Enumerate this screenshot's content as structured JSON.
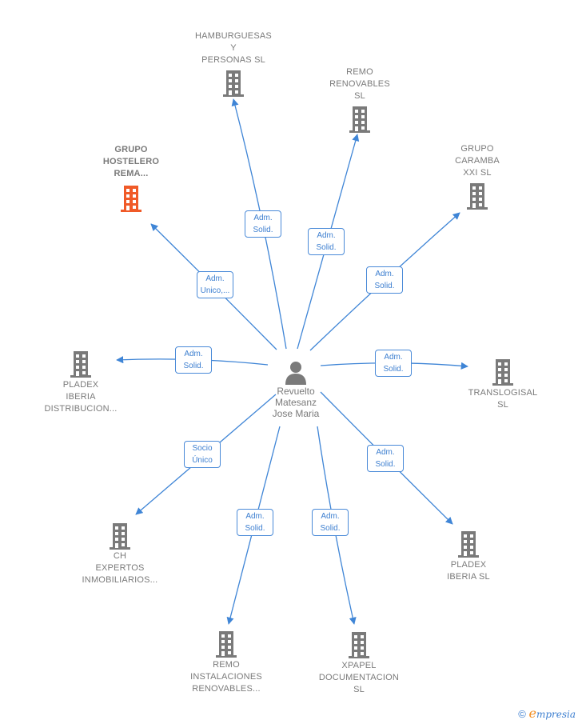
{
  "colors": {
    "edge": "#3f85d6",
    "building": "#7a7a7a",
    "building_highlight": "#f05a28",
    "label_text": "#7a7a7a",
    "edge_label_text": "#3d7fd0"
  },
  "center": {
    "icon": "person-icon",
    "lines": [
      "Revuelto",
      "Matesanz",
      "Jose Maria"
    ]
  },
  "nodes": [
    {
      "id": "hamburguesas",
      "lines": [
        "HAMBURGUESAS",
        "Y",
        "PERSONAS  SL"
      ],
      "icon": "building-icon",
      "highlight": false,
      "label_position": "above"
    },
    {
      "id": "remo-renovables",
      "lines": [
        "REMO",
        "RENOVABLES",
        "SL"
      ],
      "icon": "building-icon",
      "highlight": false,
      "label_position": "above"
    },
    {
      "id": "grupo-caramba",
      "lines": [
        "GRUPO",
        "CARAMBA",
        "XXI  SL"
      ],
      "icon": "building-icon",
      "highlight": false,
      "label_position": "above"
    },
    {
      "id": "grupo-hostelero",
      "lines": [
        "GRUPO",
        "HOSTELERO",
        "REMA..."
      ],
      "icon": "building-icon",
      "highlight": true,
      "label_position": "above"
    },
    {
      "id": "pladex-distribucion",
      "lines": [
        "PLADEX",
        "IBERIA",
        "DISTRIBUCION..."
      ],
      "icon": "building-icon",
      "highlight": false,
      "label_position": "below"
    },
    {
      "id": "translogisal",
      "lines": [
        "TRANSLOGISAL",
        "SL"
      ],
      "icon": "building-icon",
      "highlight": false,
      "label_position": "below"
    },
    {
      "id": "ch-expertos",
      "lines": [
        "CH",
        "EXPERTOS",
        "INMOBILIARIOS..."
      ],
      "icon": "building-icon",
      "highlight": false,
      "label_position": "below"
    },
    {
      "id": "pladex-iberia",
      "lines": [
        "PLADEX",
        "IBERIA  SL"
      ],
      "icon": "building-icon",
      "highlight": false,
      "label_position": "below"
    },
    {
      "id": "remo-instalaciones",
      "lines": [
        "REMO",
        "INSTALACIONES",
        "RENOVABLES..."
      ],
      "icon": "building-icon",
      "highlight": false,
      "label_position": "below"
    },
    {
      "id": "xpapel",
      "lines": [
        "XPAPEL",
        "DOCUMENTACION",
        "SL"
      ],
      "icon": "building-icon",
      "highlight": false,
      "label_position": "below"
    }
  ],
  "edges": [
    {
      "target": "hamburguesas",
      "label": [
        "Adm.",
        "Solid."
      ]
    },
    {
      "target": "remo-renovables",
      "label": [
        "Adm.",
        "Solid."
      ]
    },
    {
      "target": "grupo-caramba",
      "label": [
        "Adm.",
        "Solid."
      ]
    },
    {
      "target": "grupo-hostelero",
      "label": [
        "Adm.",
        "Unico,..."
      ]
    },
    {
      "target": "pladex-distribucion",
      "label": [
        "Adm.",
        "Solid."
      ]
    },
    {
      "target": "translogisal",
      "label": [
        "Adm.",
        "Solid."
      ]
    },
    {
      "target": "ch-expertos",
      "label": [
        "Socio",
        "Único"
      ]
    },
    {
      "target": "pladex-iberia",
      "label": [
        "Adm.",
        "Solid."
      ]
    },
    {
      "target": "remo-instalaciones",
      "label": [
        "Adm.",
        "Solid."
      ]
    },
    {
      "target": "xpapel",
      "label": [
        "Adm.",
        "Solid."
      ]
    }
  ],
  "footer": {
    "copyright": "©",
    "brand_initial": "e",
    "brand_rest": "mpresia"
  }
}
